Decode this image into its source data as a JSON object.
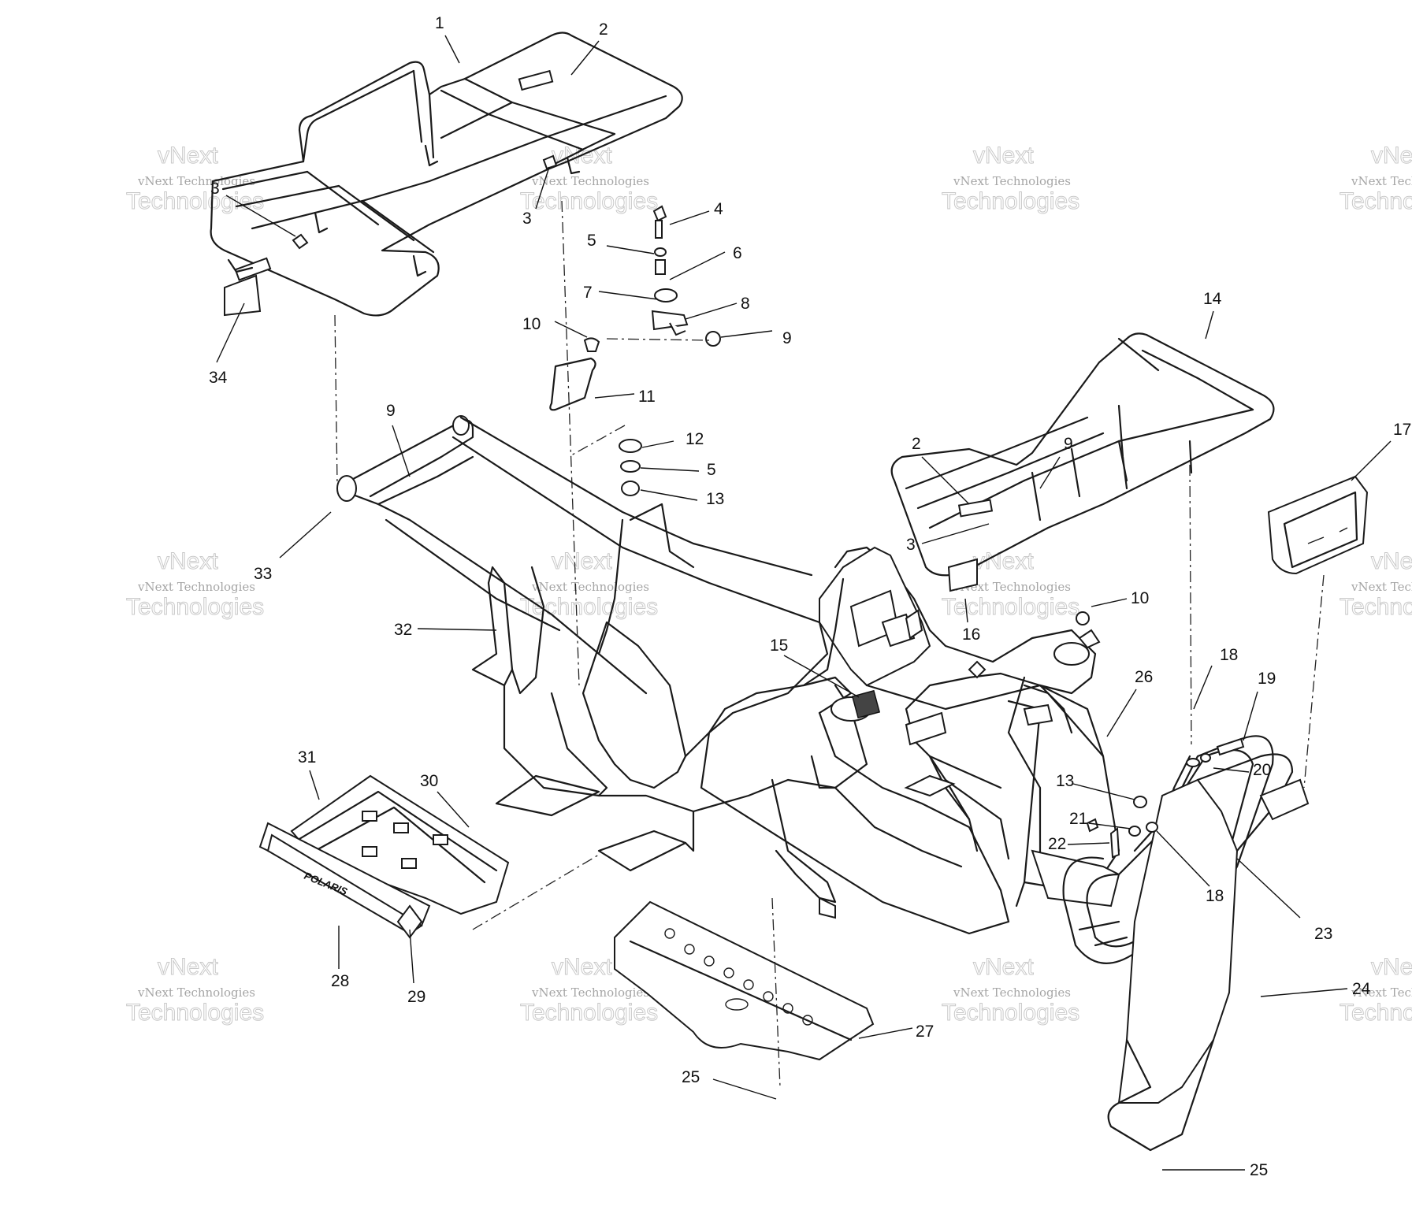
{
  "watermark": {
    "line1": "vNext",
    "line2": "vNext Technologies",
    "line3": "Technologies"
  },
  "logo": "POLARIS",
  "callouts": [
    {
      "id": "c1",
      "text": "1"
    },
    {
      "id": "c2a",
      "text": "2"
    },
    {
      "id": "c3a",
      "text": "3"
    },
    {
      "id": "c3b",
      "text": "3"
    },
    {
      "id": "c4",
      "text": "4"
    },
    {
      "id": "c5a",
      "text": "5"
    },
    {
      "id": "c6",
      "text": "6"
    },
    {
      "id": "c7",
      "text": "7"
    },
    {
      "id": "c8",
      "text": "8"
    },
    {
      "id": "c9a",
      "text": "9"
    },
    {
      "id": "c10a",
      "text": "10"
    },
    {
      "id": "c11",
      "text": "11"
    },
    {
      "id": "c34",
      "text": "34"
    },
    {
      "id": "c9b",
      "text": "9"
    },
    {
      "id": "c12",
      "text": "12"
    },
    {
      "id": "c5b",
      "text": "5"
    },
    {
      "id": "c13a",
      "text": "13"
    },
    {
      "id": "c33",
      "text": "33"
    },
    {
      "id": "c32",
      "text": "32"
    },
    {
      "id": "c14",
      "text": "14"
    },
    {
      "id": "c2b",
      "text": "2"
    },
    {
      "id": "c9c",
      "text": "9"
    },
    {
      "id": "c3c",
      "text": "3"
    },
    {
      "id": "c17",
      "text": "17"
    },
    {
      "id": "c10b",
      "text": "10"
    },
    {
      "id": "c16",
      "text": "16"
    },
    {
      "id": "c15",
      "text": "15"
    },
    {
      "id": "c18a",
      "text": "18"
    },
    {
      "id": "c19",
      "text": "19"
    },
    {
      "id": "c26",
      "text": "26"
    },
    {
      "id": "c20",
      "text": "20"
    },
    {
      "id": "c13b",
      "text": "13"
    },
    {
      "id": "c21",
      "text": "21"
    },
    {
      "id": "c22",
      "text": "22"
    },
    {
      "id": "c18b",
      "text": "18"
    },
    {
      "id": "c23",
      "text": "23"
    },
    {
      "id": "c31",
      "text": "31"
    },
    {
      "id": "c30",
      "text": "30"
    },
    {
      "id": "c28",
      "text": "28"
    },
    {
      "id": "c29",
      "text": "29"
    },
    {
      "id": "c27",
      "text": "27"
    },
    {
      "id": "c24",
      "text": "24"
    },
    {
      "id": "c25a",
      "text": "25"
    },
    {
      "id": "c25b",
      "text": "25"
    }
  ]
}
